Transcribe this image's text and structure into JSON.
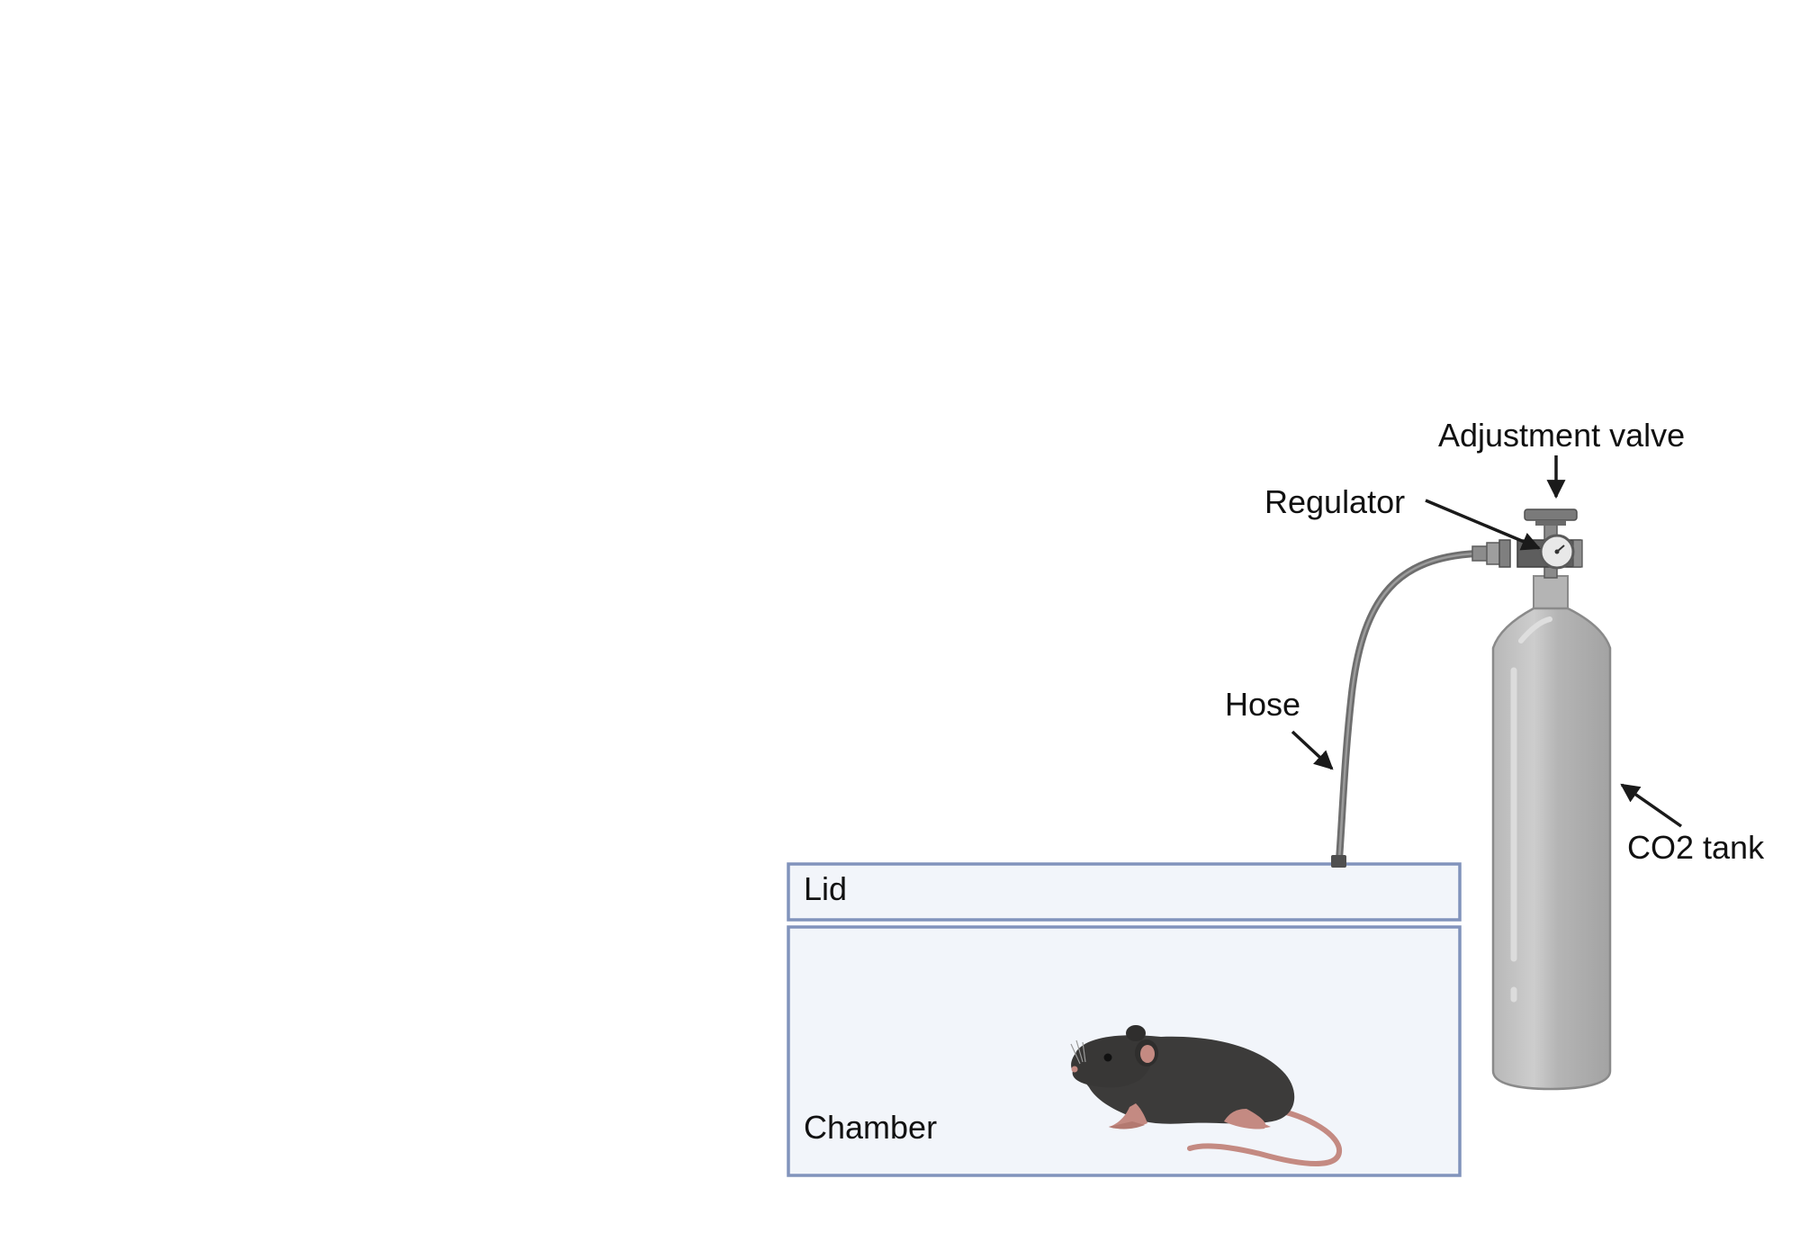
{
  "labels": {
    "adjustment_valve": "Adjustment valve",
    "regulator": "Regulator",
    "hose": "Hose",
    "co2_tank": "CO2 tank",
    "lid": "Lid",
    "chamber": "Chamber"
  },
  "colors": {
    "box_fill": "#f2f5fa",
    "box_stroke": "#8193bc",
    "tank_light": "#c4c4c4",
    "tank_dark": "#a8a8a8",
    "tank_stroke": "#8a8a8a",
    "hose": "#6e6e6e",
    "arrow": "#1a1a1a",
    "mouse_body": "#3c3b3a",
    "mouse_pink": "#c48a82"
  }
}
